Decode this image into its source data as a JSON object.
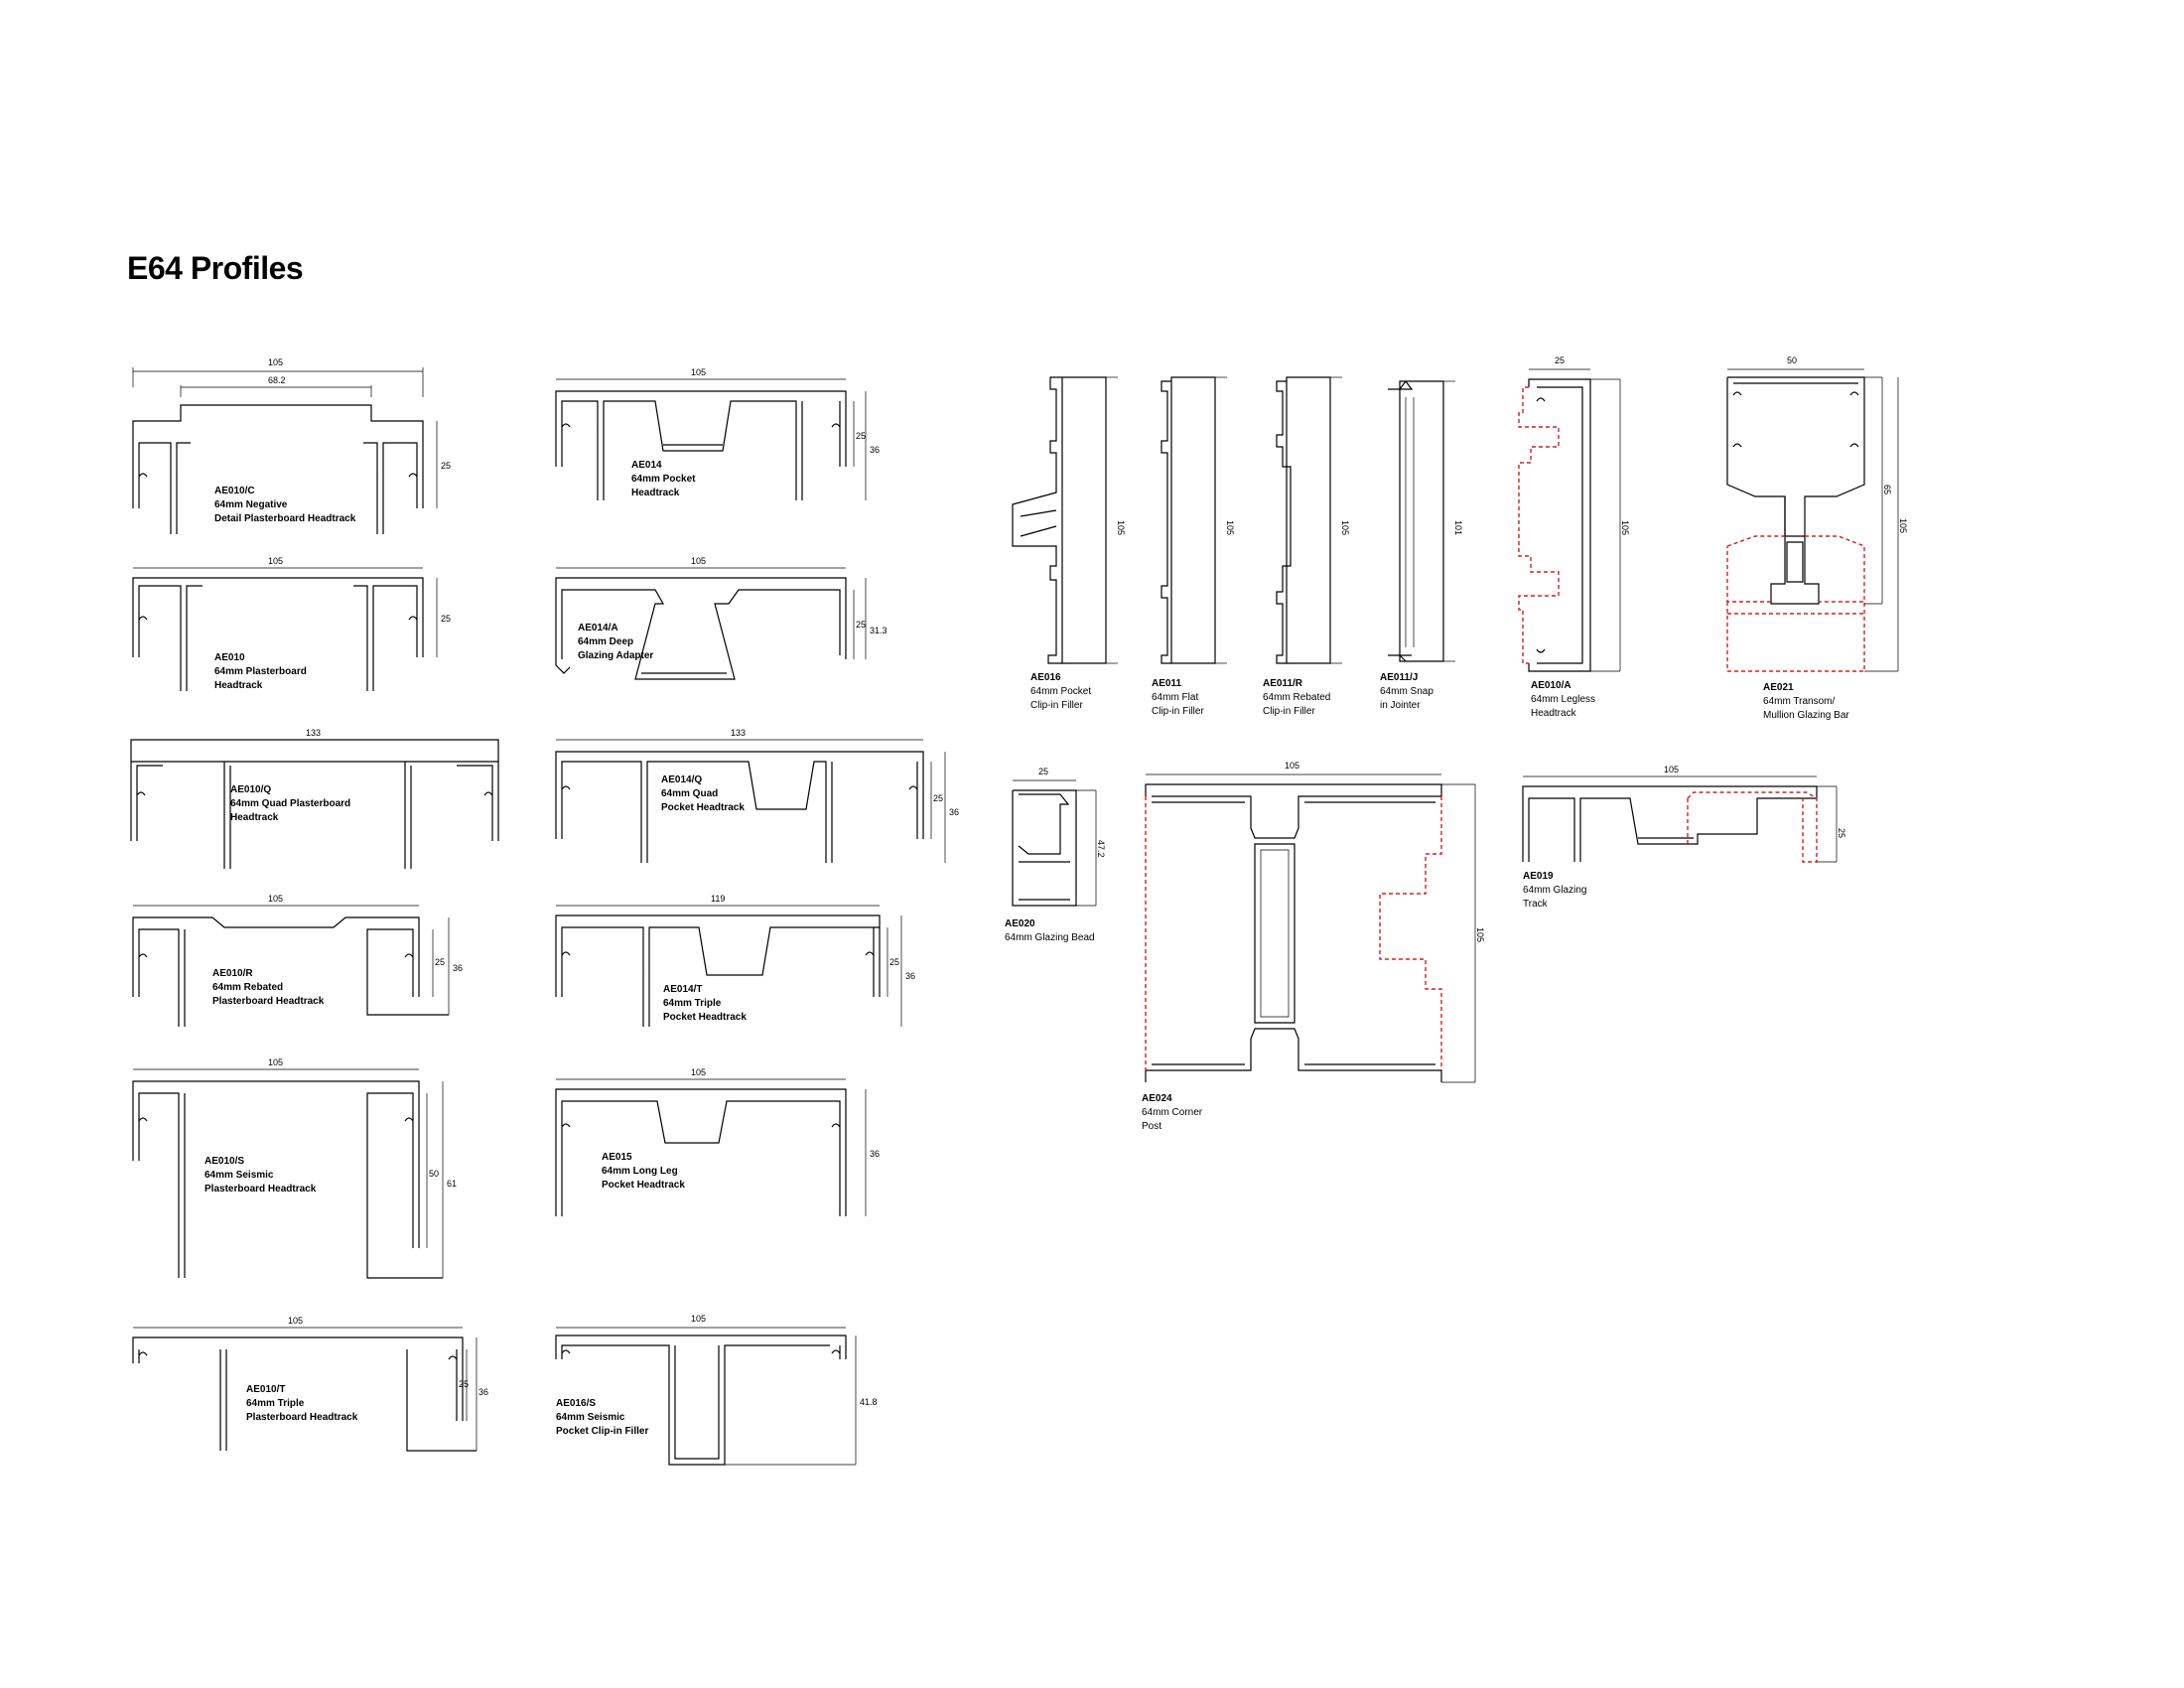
{
  "page": {
    "title": "E64 Profiles"
  },
  "colors": {
    "line": "#000000",
    "alternative_outline": "#d42020",
    "background": "#ffffff"
  },
  "profiles": {
    "ae010c": {
      "code": "AE010/C",
      "desc1": "64mm Negative",
      "desc2": "Detail Plasterboard Headtrack",
      "dims": [
        "105",
        "68.2",
        "25"
      ]
    },
    "ae010": {
      "code": "AE010",
      "desc1": "64mm Plasterboard",
      "desc2": "Headtrack",
      "dims": [
        "105",
        "25"
      ]
    },
    "ae010q": {
      "code": "AE010/Q",
      "desc1": "64mm Quad Plasterboard",
      "desc2": "Headtrack",
      "dims": [
        "133"
      ]
    },
    "ae010r": {
      "code": "AE010/R",
      "desc1": "64mm Rebated",
      "desc2": "Plasterboard Headtrack",
      "dims": [
        "105",
        "25",
        "36"
      ]
    },
    "ae010s": {
      "code": "AE010/S",
      "desc1": "64mm Seismic",
      "desc2": "Plasterboard Headtrack",
      "dims": [
        "105",
        "50",
        "61"
      ]
    },
    "ae010t": {
      "code": "AE010/T",
      "desc1": "64mm Triple",
      "desc2": "Plasterboard Headtrack",
      "dims": [
        "105",
        "25",
        "36"
      ]
    },
    "ae014": {
      "code": "AE014",
      "desc1": "64mm Pocket",
      "desc2": "Headtrack",
      "dims": [
        "105",
        "25",
        "36"
      ]
    },
    "ae014a": {
      "code": "AE014/A",
      "desc1": "64mm Deep",
      "desc2": "Glazing Adapter",
      "dims": [
        "105",
        "25",
        "31.3"
      ]
    },
    "ae014q": {
      "code": "AE014/Q",
      "desc1": "64mm Quad",
      "desc2": "Pocket Headtrack",
      "dims": [
        "133",
        "25",
        "36"
      ]
    },
    "ae014t": {
      "code": "AE014/T",
      "desc1": "64mm Triple",
      "desc2": "Pocket Headtrack",
      "dims": [
        "119",
        "25",
        "36"
      ]
    },
    "ae015": {
      "code": "AE015",
      "desc1": "64mm Long Leg",
      "desc2": "Pocket Headtrack",
      "dims": [
        "105",
        "36"
      ]
    },
    "ae016s": {
      "code": "AE016/S",
      "desc1": "64mm Seismic",
      "desc2": "Pocket Clip-in Filler",
      "dims": [
        "105",
        "41.8"
      ]
    },
    "ae016": {
      "code": "AE016",
      "desc1": "64mm Pocket",
      "desc2": "Clip-in Filler",
      "dims": [
        "105"
      ]
    },
    "ae011": {
      "code": "AE011",
      "desc1": "64mm Flat",
      "desc2": "Clip-in Filler",
      "dims": [
        "105"
      ]
    },
    "ae011r": {
      "code": "AE011/R",
      "desc1": "64mm Rebated",
      "desc2": "Clip-in Filler",
      "dims": [
        "105"
      ]
    },
    "ae011j": {
      "code": "AE011/J",
      "desc1": "64mm Snap",
      "desc2": "in Jointer",
      "dims": [
        "101"
      ]
    },
    "ae010a": {
      "code": "AE010/A",
      "desc1": "64mm Legless",
      "desc2": "Headtrack",
      "dims": [
        "25",
        "105"
      ]
    },
    "ae021": {
      "code": "AE021",
      "desc1": "64mm Transom/",
      "desc2": "Mullion Glazing Bar",
      "dims": [
        "50",
        "65",
        "105"
      ]
    },
    "ae020": {
      "code": "AE020",
      "desc1": "64mm Glazing Bead",
      "dims": [
        "25",
        "47.2"
      ]
    },
    "ae024": {
      "code": "AE024",
      "desc1": "64mm Corner",
      "desc2": "Post",
      "dims": [
        "105",
        "105"
      ]
    },
    "ae019": {
      "code": "AE019",
      "desc1": "64mm Glazing",
      "desc2": "Track",
      "dims": [
        "105",
        "25"
      ]
    }
  }
}
